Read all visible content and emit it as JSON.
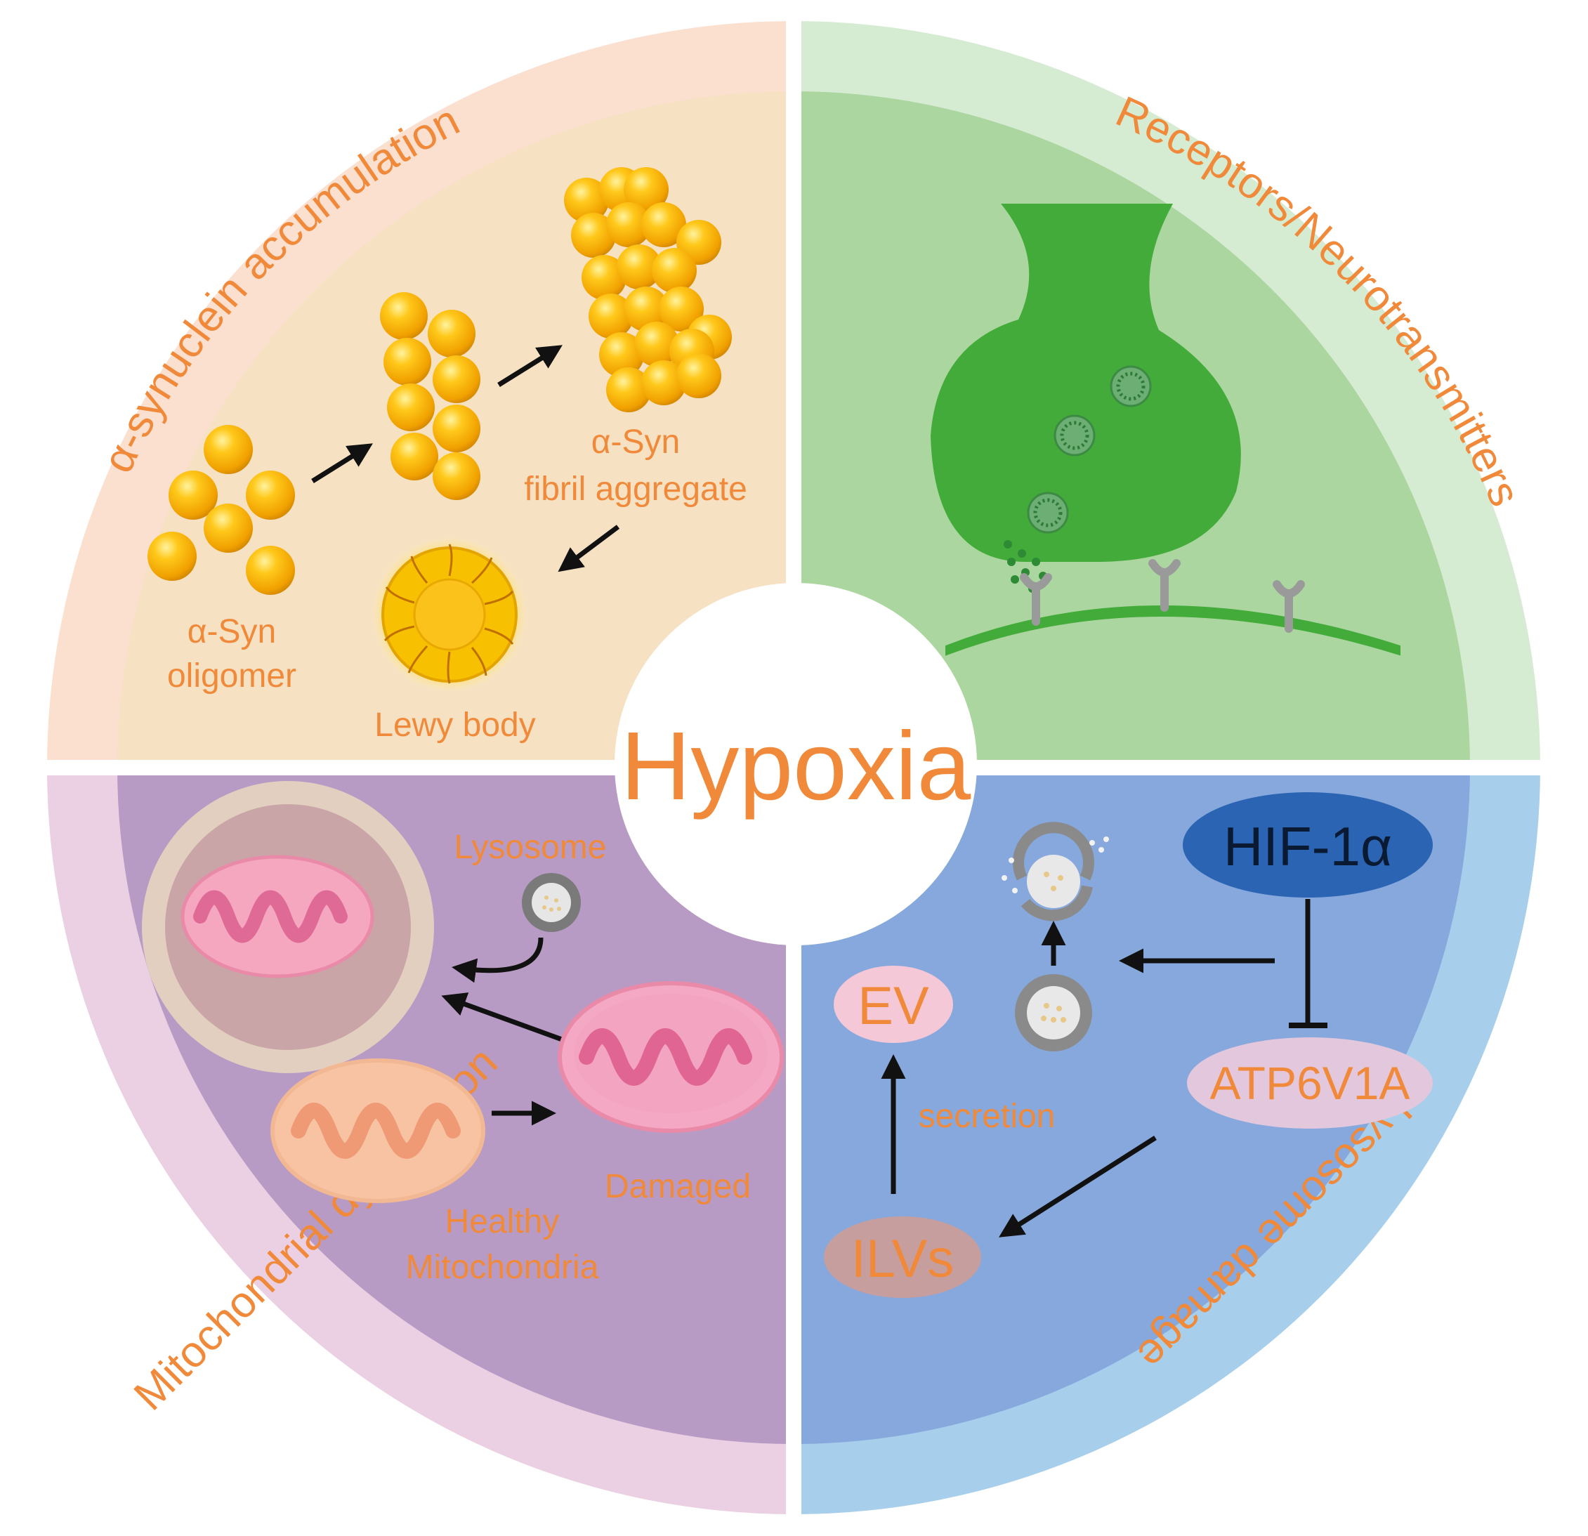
{
  "center": {
    "title": "Hypoxia"
  },
  "quadrants": {
    "top_left": {
      "title": "α-synuclein accumulation",
      "labels": {
        "oligomer_line1": "α-Syn",
        "oligomer_line2": "oligomer",
        "fibril_line1": "α-Syn",
        "fibril_line2": "fibril aggregate",
        "lewy_body": "Lewy body"
      }
    },
    "top_right": {
      "title": "Receptors/Neurotransmitters"
    },
    "bottom_left": {
      "title": "Mitochondrial dysfunction",
      "labels": {
        "lysosome": "Lysosome",
        "damaged": "Damaged",
        "healthy_line1": "Healthy",
        "healthy_line2": "Mitochondria"
      }
    },
    "bottom_right": {
      "title": "Lysosome damage",
      "labels": {
        "hif": "HIF-1α",
        "atp6v1a": "ATP6V1A",
        "ev": "EV",
        "ilvs": "ILVs",
        "secretion": "secretion"
      }
    }
  },
  "colors": {
    "text_accent": "#f08a3a",
    "tl_outer": "#fbdfcf",
    "tl_inner": "#f6e1c3",
    "tr_outer": "#d5ebd2",
    "tr_inner": "#abd6a0",
    "bl_outer": "#ebcfe2",
    "bl_inner": "#b89bc4",
    "br_outer": "#a7cfec",
    "br_inner": "#86a8dc",
    "neuron_green": "#42ab39",
    "hif_blue": "#2a64b2"
  }
}
